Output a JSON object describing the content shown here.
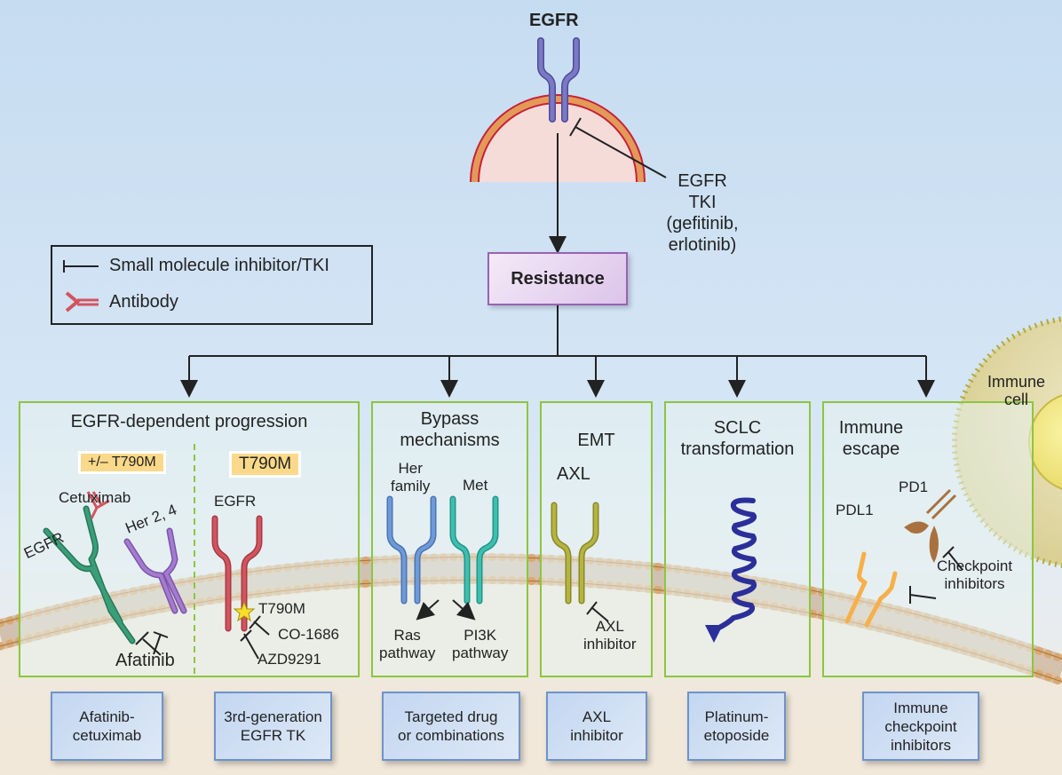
{
  "header": {
    "title": "EGFR"
  },
  "top_inhibitor": {
    "line1": "EGFR",
    "line2": "TKI",
    "line3": "(gefitinib,",
    "line4": "erlotinib)"
  },
  "resistance": {
    "label": "Resistance"
  },
  "legend": {
    "items": [
      {
        "icon": "inhibitor-bar-icon",
        "label": "Small molecule inhibitor/TKI"
      },
      {
        "icon": "antibody-icon",
        "label": "Antibody"
      }
    ]
  },
  "panels": [
    {
      "title": "EGFR-dependent progression",
      "left": {
        "tag": "+/– T790M",
        "labels": [
          "Cetuximab",
          "EGFR",
          "Her 2, 4",
          "Afatinib"
        ]
      },
      "right": {
        "tag": "T790M",
        "labels": [
          "EGFR",
          "T790M",
          "CO-1686",
          "AZD9291"
        ]
      }
    },
    {
      "title_line1": "Bypass",
      "title_line2": "mechanisms",
      "labels": {
        "her_1": "Her",
        "her_2": "family",
        "met": "Met",
        "ras_1": "Ras",
        "ras_2": "pathway",
        "pi3k_1": "PI3K",
        "pi3k_2": "pathway"
      }
    },
    {
      "title": "EMT",
      "labels": {
        "axl": "AXL",
        "inh_1": "AXL",
        "inh_2": "inhibitor"
      }
    },
    {
      "title_line1": "SCLC",
      "title_line2": "transformation"
    },
    {
      "title_line1": "Immune",
      "title_line2": "escape",
      "labels": {
        "pd1": "PD1",
        "pdl1": "PDL1",
        "chk_1": "Checkpoint",
        "chk_2": "inhibitors"
      }
    }
  ],
  "immune_cell": {
    "line1": "Immune",
    "line2": "cell"
  },
  "therapies": [
    {
      "line1": "Afatinib-",
      "line2": "cetuximab"
    },
    {
      "line1": "3rd-generation",
      "line2": "EGFR TK"
    },
    {
      "line1": "Targeted drug",
      "line2": "or combinations"
    },
    {
      "line1": "AXL",
      "line2": "inhibitor"
    },
    {
      "line1": "Platinum-",
      "line2": "etoposide"
    },
    {
      "line1": "Immune",
      "line2": "checkpoint",
      "line3": "inhibitors"
    }
  ],
  "colors": {
    "egfr_top": "#7b79c4",
    "egfr_green": "#3a9e78",
    "her24": "#a57bd0",
    "egfr_t790m": "#d2545f",
    "her_family": "#6e9ad8",
    "met": "#3dbfb0",
    "axl": "#b6b440",
    "pdl1": "#f6b04a",
    "pd1": "#a9713f",
    "sclc_arrow": "#2b2f9a",
    "panel_border": "#8cc63e",
    "therapy_border": "#6e93c9",
    "resistance_border": "#9a62b5"
  }
}
